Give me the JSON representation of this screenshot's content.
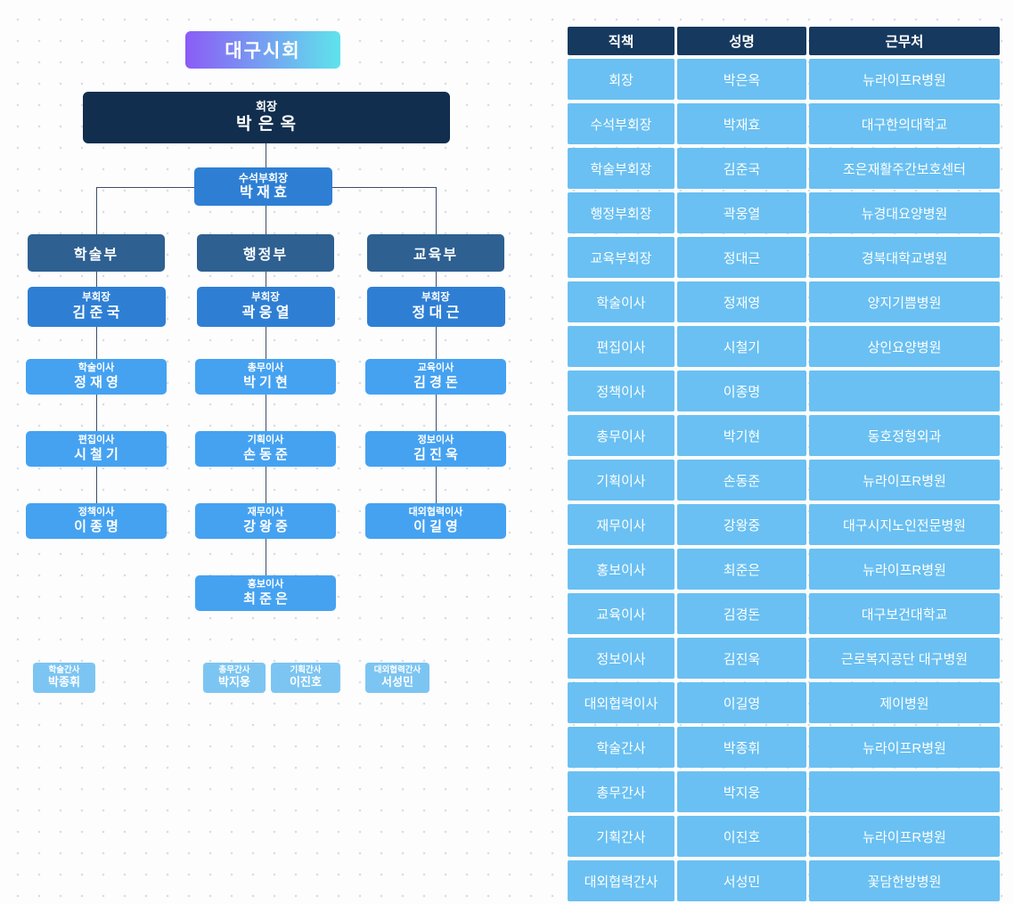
{
  "org_chart": {
    "title": "대구시회",
    "president": {
      "title": "회장",
      "name": "박 은 옥"
    },
    "senior_vp": {
      "title": "수석부회장",
      "name": "박 재 효"
    },
    "departments": [
      {
        "name": "학술부",
        "members": [
          {
            "title": "부회장",
            "name": "김 준 국"
          },
          {
            "title": "학술이사",
            "name": "정 재 영"
          },
          {
            "title": "편집이사",
            "name": "시 철 기"
          },
          {
            "title": "정책이사",
            "name": "이 종 명"
          }
        ]
      },
      {
        "name": "행정부",
        "members": [
          {
            "title": "부회장",
            "name": "곽 웅 열"
          },
          {
            "title": "총무이사",
            "name": "박 기 현"
          },
          {
            "title": "기획이사",
            "name": "손 동 준"
          },
          {
            "title": "재무이사",
            "name": "강 왕 중"
          },
          {
            "title": "홍보이사",
            "name": "최 준 은"
          }
        ]
      },
      {
        "name": "교육부",
        "members": [
          {
            "title": "부회장",
            "name": "정 대 근"
          },
          {
            "title": "교육이사",
            "name": "김 경 돈"
          },
          {
            "title": "정보이사",
            "name": "김 진 욱"
          },
          {
            "title": "대외협력이사",
            "name": "이 길 영"
          }
        ]
      }
    ],
    "assistants": [
      {
        "title": "학술간사",
        "name": "박종휘"
      },
      {
        "title": "총무간사",
        "name": "박지웅"
      },
      {
        "title": "기획간사",
        "name": "이진호"
      },
      {
        "title": "대외협력간사",
        "name": "서성민"
      }
    ]
  },
  "table": {
    "headers": [
      "직책",
      "성명",
      "근무처"
    ],
    "rows": [
      [
        "회장",
        "박은옥",
        "뉴라이프R병원"
      ],
      [
        "수석부회장",
        "박재효",
        "대구한의대학교"
      ],
      [
        "학술부회장",
        "김준국",
        "조은재활주간보호센터"
      ],
      [
        "행정부회장",
        "곽웅열",
        "뉴경대요양병원"
      ],
      [
        "교육부회장",
        "정대근",
        "경북대학교병원"
      ],
      [
        "학술이사",
        "정재영",
        "양지기쁨병원"
      ],
      [
        "편집이사",
        "시철기",
        "상인요양병원"
      ],
      [
        "정책이사",
        "이종명",
        ""
      ],
      [
        "총무이사",
        "박기현",
        "동호정형외과"
      ],
      [
        "기획이사",
        "손동준",
        "뉴라이프R병원"
      ],
      [
        "재무이사",
        "강왕중",
        "대구시지노인전문병원"
      ],
      [
        "홍보이사",
        "최준은",
        "뉴라이프R병원"
      ],
      [
        "교육이사",
        "김경돈",
        "대구보건대학교"
      ],
      [
        "정보이사",
        "김진욱",
        "근로복지공단 대구병원"
      ],
      [
        "대외협력이사",
        "이길영",
        "제이병원"
      ],
      [
        "학술간사",
        "박종휘",
        "뉴라이프R병원"
      ],
      [
        "총무간사",
        "박지웅",
        ""
      ],
      [
        "기획간사",
        "이진호",
        "뉴라이프R병원"
      ],
      [
        "대외협력간사",
        "서성민",
        "꽃담한방병원"
      ]
    ]
  },
  "colors": {
    "title_gradient_start": "#8b5cf6",
    "title_gradient_end": "#5fe3ec",
    "president_bg": "#112e4e",
    "vp_bg": "#2e7fd4",
    "dept_header_bg": "#2e6091",
    "director_bg": "#45a2f1",
    "assistant_bg": "#7cc5f2",
    "table_header_bg": "#16395f",
    "table_cell_bg": "#6ac0f2",
    "connector": "#3d4f63"
  }
}
